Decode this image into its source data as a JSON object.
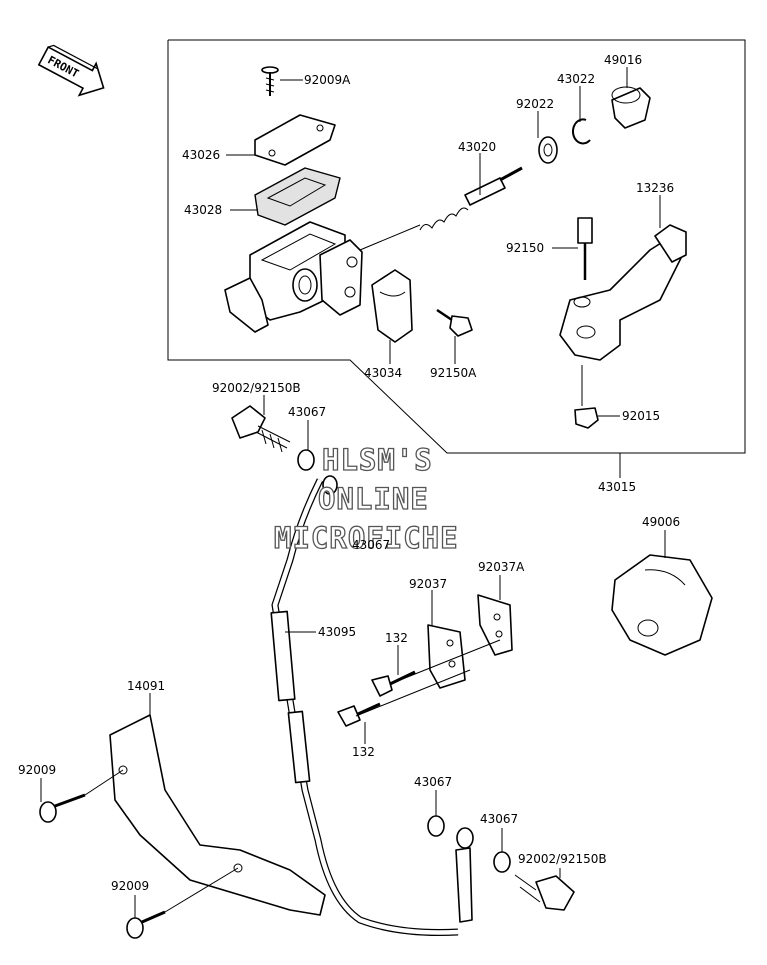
{
  "orientation_badge": {
    "label": "FRONT"
  },
  "watermark": {
    "lines": [
      "HLSM'S",
      "ONLINE",
      "MICROFICHE"
    ]
  },
  "parts": {
    "p92009A": "92009A",
    "p43026": "43026",
    "p43028": "43028",
    "p43020": "43020",
    "p92022": "92022",
    "p43022": "43022",
    "p49016": "49016",
    "p13236": "13236",
    "p92150": "92150",
    "p43034": "43034",
    "p92150A": "92150A",
    "p92015": "92015",
    "p43015": "43015",
    "p92002_top": "92002/92150B",
    "p43067_a": "43067",
    "p43067_b": "43067",
    "p49006": "49006",
    "p92037": "92037",
    "p92037A": "92037A",
    "p43095": "43095",
    "p132_a": "132",
    "p132_b": "132",
    "p14091": "14091",
    "p92009_a": "92009",
    "p92009_b": "92009",
    "p43067_c": "43067",
    "p43067_d": "43067",
    "p92002_bot": "92002/92150B"
  }
}
